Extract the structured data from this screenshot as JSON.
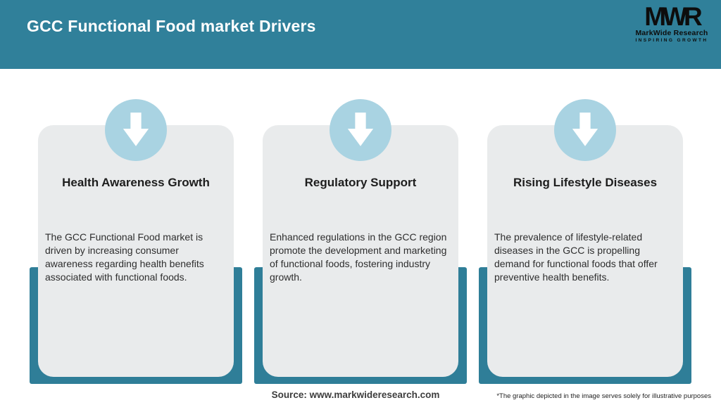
{
  "header": {
    "title": "GCC Functional Food market Drivers",
    "logo": {
      "monogram": "MWR",
      "name": "MarkWide Research",
      "tagline": "INSPIRING GROWTH"
    }
  },
  "cards": [
    {
      "title": "Health Awareness Growth",
      "body": "The GCC Functional Food market is\ndriven by increasing consumer\nawareness regarding health benefits\nassociated with functional foods."
    },
    {
      "title": "Regulatory Support",
      "body": "Enhanced regulations in the GCC region\npromote the development and marketing\nof functional foods, fostering industry\ngrowth."
    },
    {
      "title": "Rising Lifestyle Diseases",
      "body": "The prevalence of lifestyle-related\ndiseases in the GCC is propelling\ndemand for functional foods that offer\npreventive health benefits."
    }
  ],
  "footer": {
    "source": "Source: www.markwideresearch.com",
    "disclaimer": "*The graphic depicted in the image serves solely for illustrative purposes"
  },
  "icons": {
    "arrow": "down-arrow-icon"
  },
  "colors": {
    "header_teal": "#30809A",
    "backdrop_teal": "#2F7E98",
    "badge_light_blue": "#A9D3E2",
    "card_gray": "#E9EBEC",
    "logo_black": "#0D0D0D",
    "title_text": "#1D1D1D",
    "body_text": "#2E2E2E",
    "source_text": "#3D3D3D"
  }
}
